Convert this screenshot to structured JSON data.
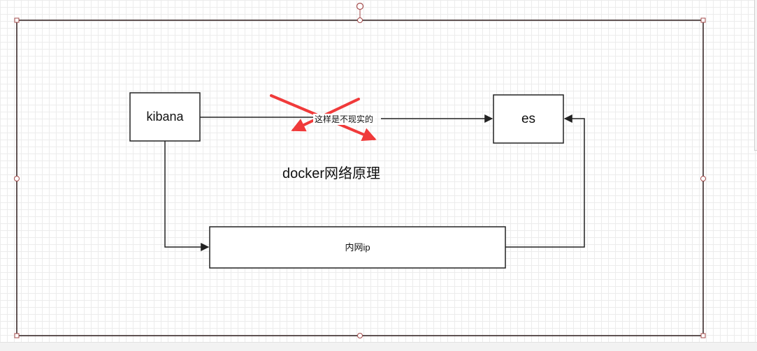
{
  "diagram": {
    "title": "docker网络原理",
    "nodes": {
      "kibana": "kibana",
      "es": "es",
      "intranet": "内网ip"
    },
    "edges": {
      "kibana_to_es_label": "这样是不现实的"
    }
  },
  "colors": {
    "canvas_border": "#3a2a2a",
    "node_stroke": "#222222",
    "arrow": "#222222",
    "cross_mark": "#f03a3a",
    "handle_stroke": "#a34a4a"
  }
}
